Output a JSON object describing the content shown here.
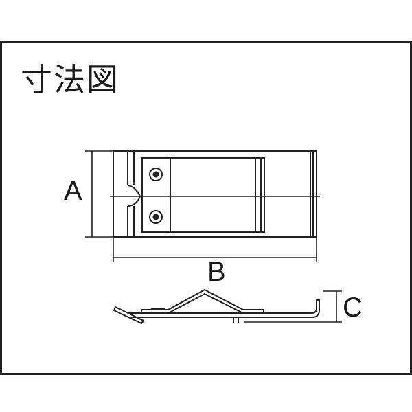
{
  "title": "寸法図",
  "dimensions": {
    "a": "A",
    "b": "B",
    "c": "C"
  },
  "colors": {
    "line": "#222222",
    "background": "#ffffff"
  }
}
